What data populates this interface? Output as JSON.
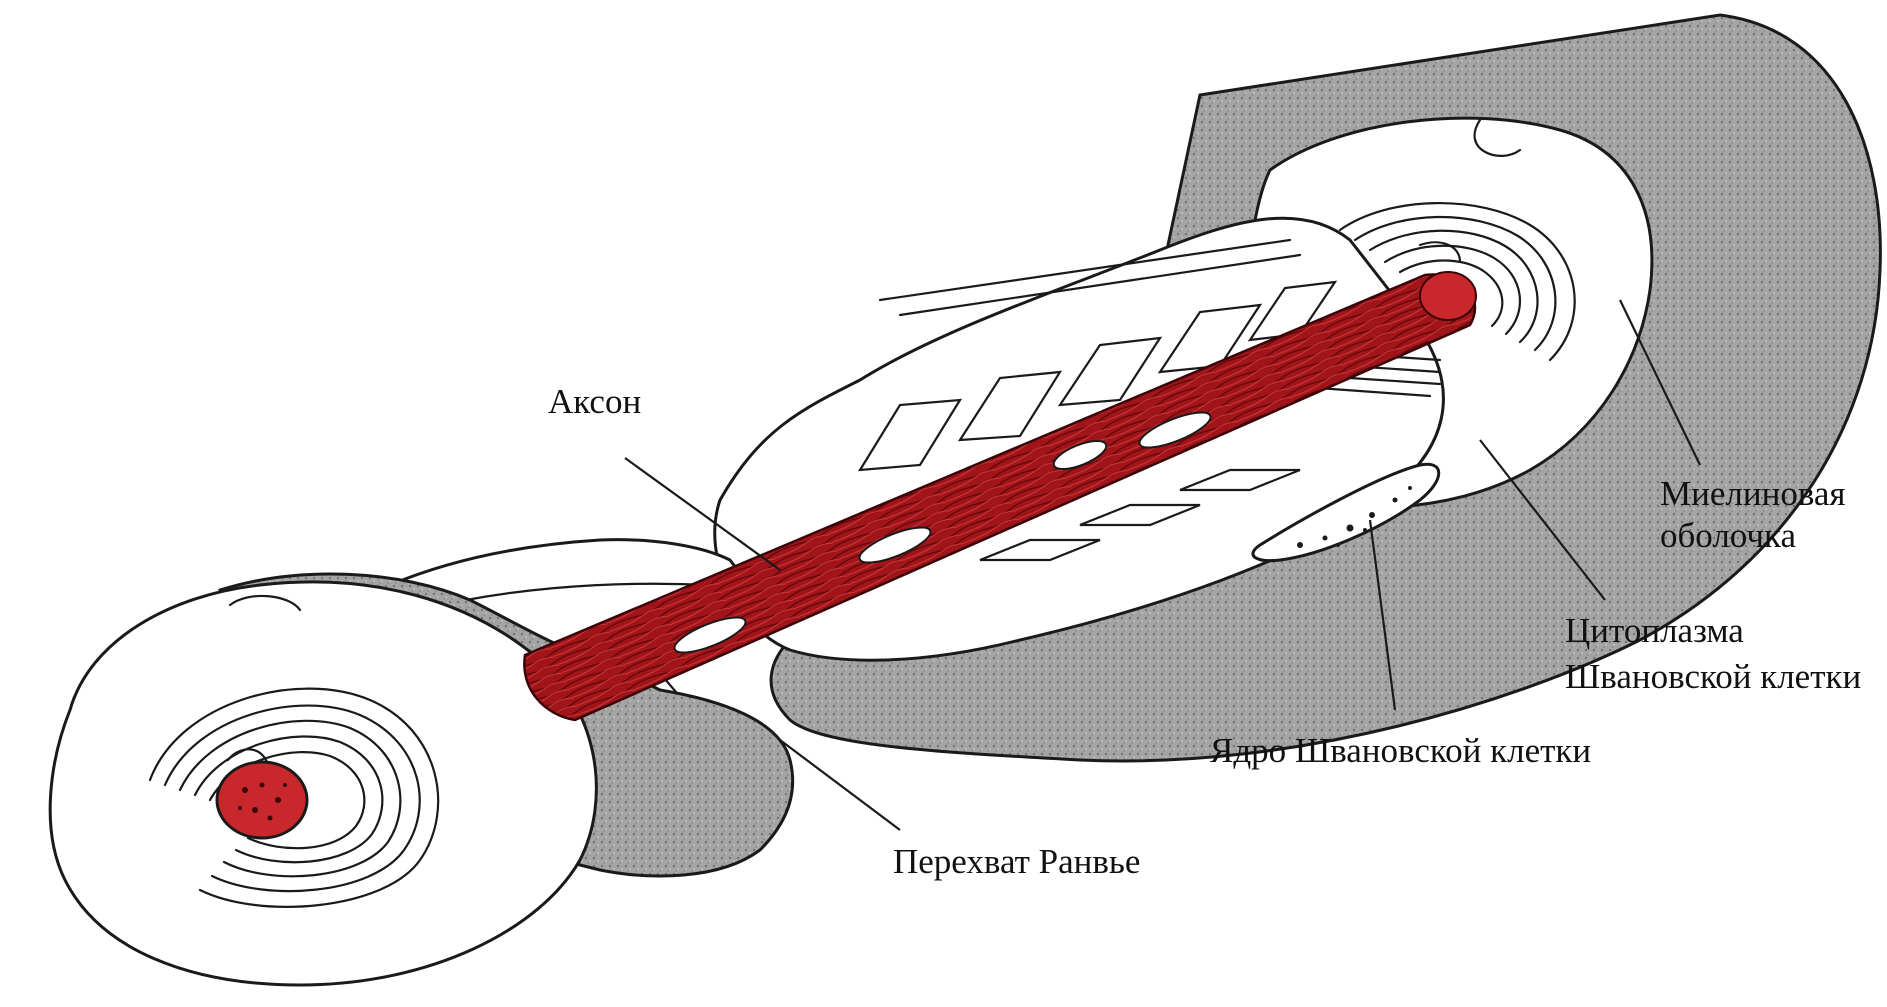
{
  "labels": {
    "axon": "Аксон",
    "myelin_line1": "Миелиновая",
    "myelin_line2": "оболочка",
    "cytoplasm_line1": "Цитоплазма",
    "cytoplasm_line2": "Швановской клетки",
    "nucleus": "Ядро Швановской клетки",
    "node": "Перехват Ранвье"
  },
  "colors": {
    "axon": "#a0141a",
    "axon_light": "#c8282c",
    "sheath_shadow": "#9b9b9b",
    "outline": "#1a1a1a"
  }
}
